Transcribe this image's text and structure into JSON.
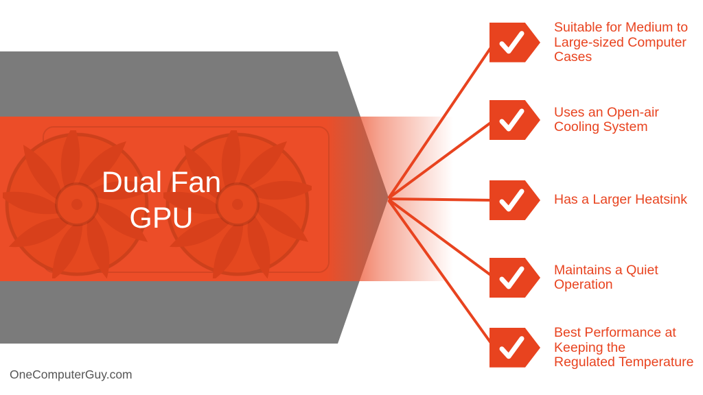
{
  "infographic": {
    "title": {
      "line1": "Dual Fan",
      "line2": "GPU"
    },
    "watermark": "OneComputerGuy.com",
    "colors": {
      "accent": "#E8431F",
      "band": "#EC4D28",
      "gray": "#7B7B7B"
    },
    "benefits": [
      {
        "icon": "check-icon",
        "lines": [
          "Suitable for Medium to",
          "Large-sized Computer",
          "Cases"
        ]
      },
      {
        "icon": "check-icon",
        "lines": [
          "Uses an Open-air",
          "Cooling System"
        ]
      },
      {
        "icon": "check-icon",
        "lines": [
          "Has a Larger Heatsink"
        ]
      },
      {
        "icon": "check-icon",
        "lines": [
          "Maintains a Quiet",
          "Operation"
        ]
      },
      {
        "icon": "check-icon",
        "lines": [
          "Best Performance at",
          "Keeping the",
          "Regulated Temperature"
        ]
      }
    ]
  }
}
